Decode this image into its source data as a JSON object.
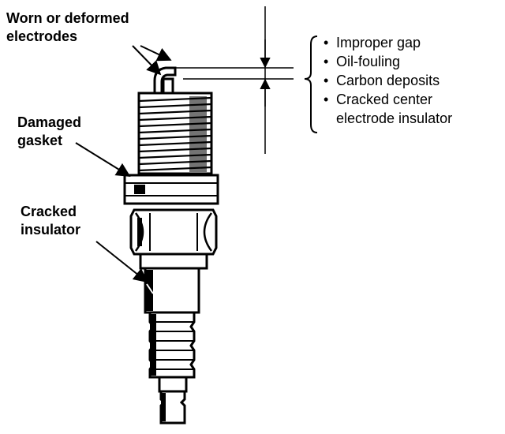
{
  "labels": {
    "electrodes": [
      "Worn or deformed",
      "electrodes"
    ],
    "gasket": [
      "Damaged",
      "gasket"
    ],
    "insulator": [
      "Cracked",
      "insulator"
    ]
  },
  "gap_issues": [
    [
      "Improper gap"
    ],
    [
      "Oil-fouling"
    ],
    [
      "Carbon deposits"
    ],
    [
      "Cracked center",
      "electrode insulator"
    ]
  ]
}
